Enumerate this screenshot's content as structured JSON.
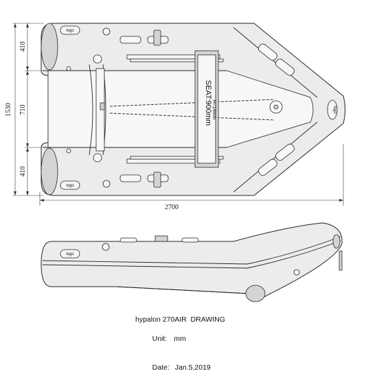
{
  "top_view": {
    "dimensions": {
      "width_total": "1530",
      "tube_top": "410",
      "middle": "710",
      "tube_bottom": "410",
      "length": "2700"
    },
    "seat": {
      "label": "SEAT:900mm",
      "height": "H=19mm"
    },
    "logo": "logo"
  },
  "side_view": {
    "logo": "logo"
  },
  "caption": {
    "title": "hypalon 270AIR  DRAWING",
    "unit_label": "Unit:",
    "unit_value": "mm",
    "date_label": "Date:",
    "date_value": "Jan.5,2019"
  }
}
